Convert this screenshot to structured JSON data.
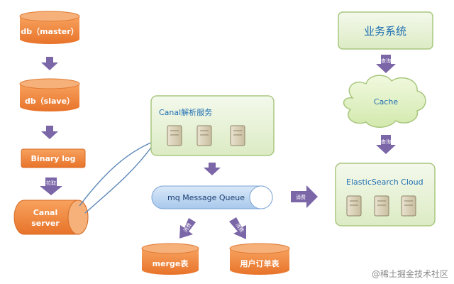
{
  "nodes": {
    "db_master": "db（master）",
    "db_slave": "db（slave）",
    "binary_log": "Binary log",
    "canal_server_line1": "Canal",
    "canal_server_line2": "server",
    "canal_parse": "Canal解析服务",
    "mq": "mq  Message Queue",
    "merge_table": "merge表",
    "user_order_table": "用户订单表",
    "business_system": "业务系统",
    "cache": "Cache",
    "es_cloud": "ElasticSearch Cloud"
  },
  "arrows": {
    "pull": "拉取",
    "consume_right": "消费",
    "consume_merge": "消费",
    "consume_order": "消费",
    "query_top": "查询",
    "query_bottom": "查询"
  },
  "watermark": "@稀土掘金技术社区",
  "colors": {
    "orange_fill": "#f0833a",
    "orange_dark": "#c8621f",
    "arrow_purple": "#7b66a8",
    "green_fill": "#e5efd3",
    "green_border": "#a9c77f",
    "blue_text": "#1f6fb2",
    "mq_blue": "#bcd7f2"
  }
}
